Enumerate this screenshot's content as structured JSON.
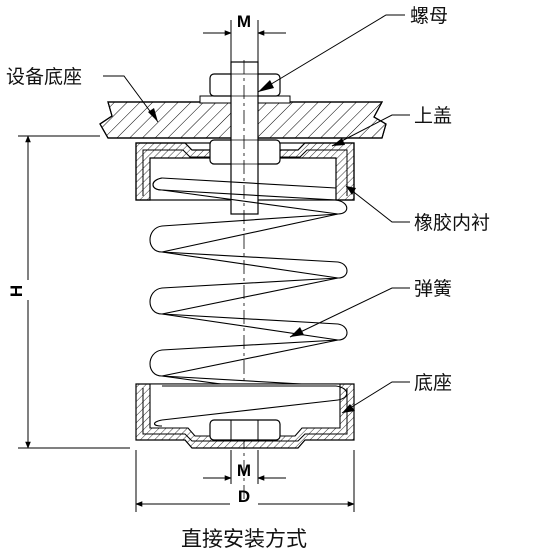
{
  "labels": {
    "nut": "螺母",
    "equipment_base": "设备底座",
    "top_cover": "上盖",
    "rubber_liner": "橡胶内衬",
    "spring": "弹簧",
    "base": "底座"
  },
  "dimensions": {
    "bolt_top": "M",
    "bolt_bottom": "M",
    "height": "H",
    "diameter": "D"
  },
  "caption": "直接安装方式"
}
